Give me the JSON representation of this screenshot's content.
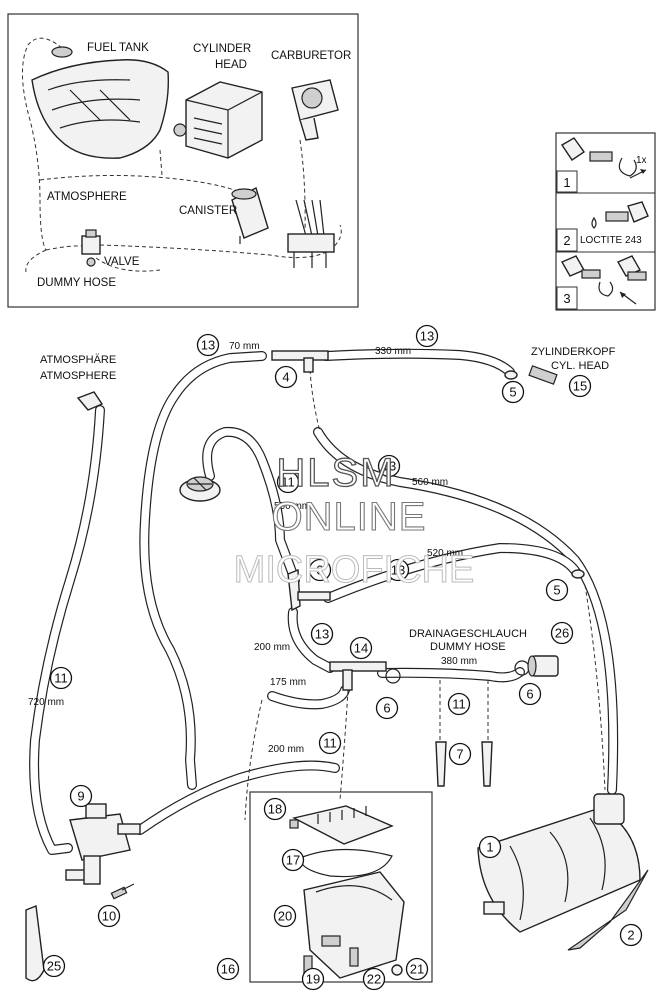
{
  "overview": {
    "fuel_tank": "FUEL TANK",
    "cylinder_head_1": "CYLINDER",
    "cylinder_head_2": "HEAD",
    "carburetor": "CARBURETOR",
    "atmosphere": "ATMOSPHERE",
    "canister": "CANISTER",
    "valve": "VALVE",
    "dummy_hose": "DUMMY HOSE"
  },
  "legend": {
    "steps": [
      {
        "number": "1",
        "text": "1x"
      },
      {
        "number": "2",
        "text": "LOCTITE 243"
      },
      {
        "number": "3",
        "text": ""
      }
    ]
  },
  "labels": {
    "atm_de": "ATMOSPHÄRE",
    "atm_en": "ATMOSPHERE",
    "cyl_de": "ZYLINDERKOPF",
    "cyl_en": "CYL. HEAD",
    "drain_de": "DRAINAGESCHLAUCH",
    "drain_en": "DUMMY HOSE"
  },
  "lengths": {
    "l70": "70 mm",
    "l330": "330 mm",
    "l560": "560 mm",
    "l550": "550 mm",
    "l520": "520 mm",
    "l200a": "200 mm",
    "l380": "380 mm",
    "l175": "175 mm",
    "l720": "720 mm",
    "l200b": "200 mm"
  },
  "callouts": {
    "c13a": "13",
    "c4": "4",
    "c13b": "13",
    "c5a": "5",
    "c15": "15",
    "c13c": "13",
    "c11a": "11",
    "c3": "3",
    "c13d": "13",
    "c5b": "5",
    "c13e": "13",
    "c14": "14",
    "c26": "26",
    "c6a": "6",
    "c11b": "11",
    "c6b": "6",
    "c11c": "11",
    "c7": "7",
    "c11d": "11",
    "c9": "9",
    "c18": "18",
    "c17": "17",
    "c1": "1",
    "c10": "10",
    "c20": "20",
    "c2": "2",
    "c16": "16",
    "c19": "19",
    "c22": "22",
    "c21": "21",
    "c25": "25"
  },
  "watermark": {
    "line1": "HLSM",
    "line2": "ONLINE",
    "line3": "MICROFICHE"
  }
}
